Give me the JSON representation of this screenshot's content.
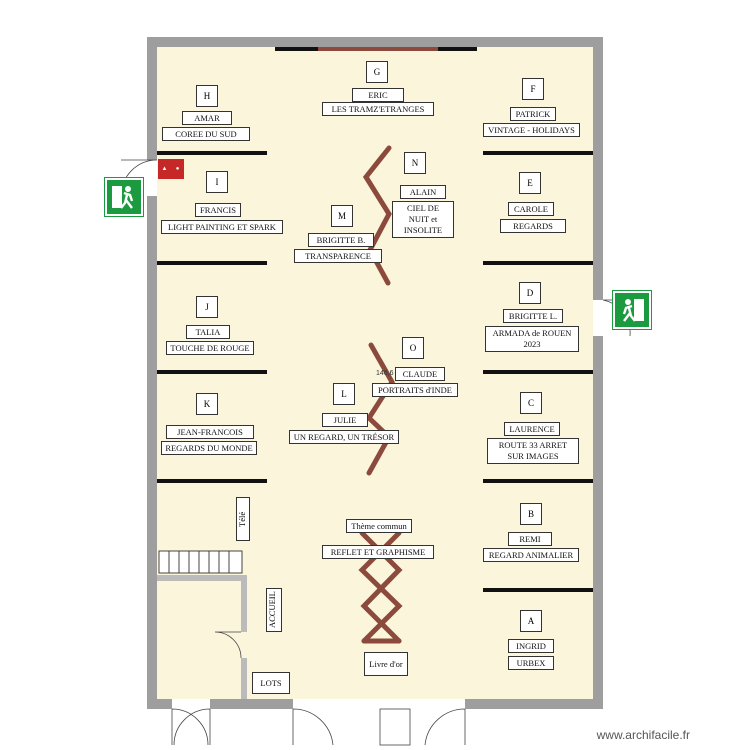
{
  "stands": {
    "H": {
      "letter": "H",
      "name": "AMAR",
      "theme": "COREE DU SUD"
    },
    "G": {
      "letter": "G",
      "name": "ERIC",
      "theme": "LES TRAMZ'ETRANGES"
    },
    "F": {
      "letter": "F",
      "name": "PATRICK",
      "theme": "VINTAGE - HOLIDAYS"
    },
    "I": {
      "letter": "I",
      "name": "FRANCIS",
      "theme": "LIGHT PAINTING ET SPARK"
    },
    "N": {
      "letter": "N",
      "name": "ALAIN",
      "theme": "CIEL DE NUIT et INSOLITE"
    },
    "M": {
      "letter": "M",
      "name": "BRIGITTE B.",
      "theme": "TRANSPARENCE"
    },
    "E": {
      "letter": "E",
      "name": "CAROLE",
      "theme": "REGARDS"
    },
    "J": {
      "letter": "J",
      "name": "TALIA",
      "theme": "TOUCHE DE ROUGE"
    },
    "D": {
      "letter": "D",
      "name": "BRIGITTE L.",
      "theme": "ARMADA de ROUEN 2023"
    },
    "O": {
      "letter": "O",
      "name": "CLAUDE",
      "theme": "PORTRAITS d'INDE"
    },
    "K": {
      "letter": "K",
      "name": "JEAN-FRANCOIS",
      "theme": "REGARDS DU MONDE"
    },
    "L": {
      "letter": "L",
      "name": "JULIE",
      "theme": "UN REGARD, UN TRÉSOR"
    },
    "C": {
      "letter": "C",
      "name": "LAURENCE",
      "theme": "ROUTE 33 ARRET SUR IMAGES"
    },
    "B": {
      "letter": "B",
      "name": "REMI",
      "theme": "REGARD ANIMALIER"
    },
    "A": {
      "letter": "A",
      "name": "INGRID",
      "theme": "URBEX"
    }
  },
  "common": {
    "label": "Thème commun",
    "theme": "REFLET ET GRAPHISME"
  },
  "misc": {
    "tele": "Télé",
    "accueil": "ACCUEIL",
    "lots": "LOTS",
    "livre": "Livre d'or",
    "measure": "146,6 m²"
  },
  "icons": {
    "exit": "emergency-exit-icon",
    "extinguisher": "fire-extinguisher-icon"
  },
  "colors": {
    "floor": "#fbf5dc",
    "wall": "#9e9e9e",
    "panel": "#111111",
    "divider": "#8b4a3c",
    "exit": "#1b9a3f",
    "extinguisher": "#c62828"
  },
  "watermark": "www.archifacile.fr"
}
